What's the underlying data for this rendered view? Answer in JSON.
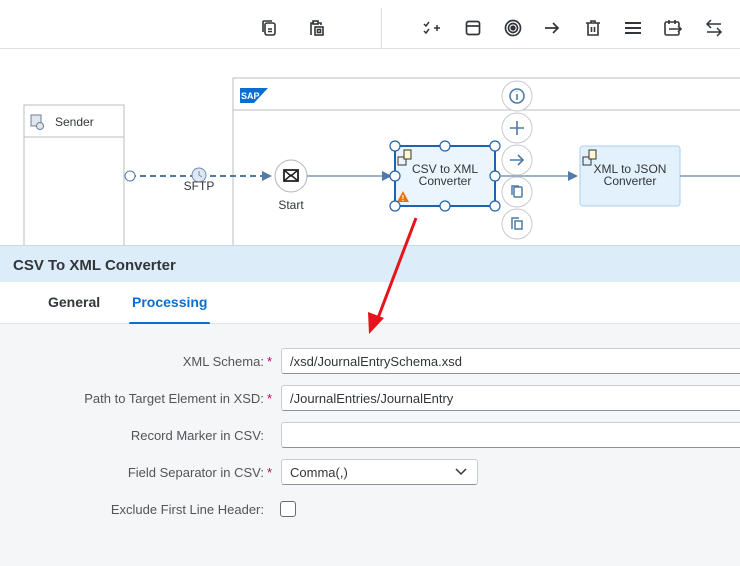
{
  "toolbar": {
    "icons": [
      "copy-icon",
      "paste-icon",
      "checklist-add-icon",
      "window-icon",
      "target-icon",
      "arrow-right-icon",
      "delete-icon",
      "menu-icon",
      "calendar-export-icon",
      "swap-icon"
    ]
  },
  "canvas": {
    "sender_label": "Sender",
    "sap_logo": "SAP",
    "channel_label": "SFTP",
    "start_label": "Start",
    "step1": {
      "line1": "CSV to XML",
      "line2": "Converter"
    },
    "step2": {
      "line1": "XML to JSON",
      "line2": "Converter"
    },
    "context_buttons": [
      "info-icon",
      "add-icon",
      "connect-icon",
      "copy-icon",
      "paste-icon"
    ]
  },
  "panel": {
    "title": "CSV To XML Converter",
    "tabs": [
      {
        "label": "General"
      },
      {
        "label": "Processing"
      }
    ],
    "active_tab": "Processing",
    "fields": [
      {
        "label": "XML Schema:",
        "required": true,
        "value": "/xsd/JournalEntrySchema.xsd"
      },
      {
        "label": "Path to Target Element in XSD:",
        "required": true,
        "value": "/JournalEntries/JournalEntry"
      },
      {
        "label": "Record Marker in CSV:",
        "required": false,
        "value": ""
      },
      {
        "label": "Field Separator in CSV:",
        "required": true,
        "value": "Comma(,)"
      },
      {
        "label": "Exclude First Line Header:",
        "required": false,
        "checked": false
      }
    ]
  },
  "colors": {
    "accent": "#0a6ed1",
    "required": "#bb0066",
    "annotation_arrow": "#e8141b",
    "warning": "#e9730c"
  }
}
